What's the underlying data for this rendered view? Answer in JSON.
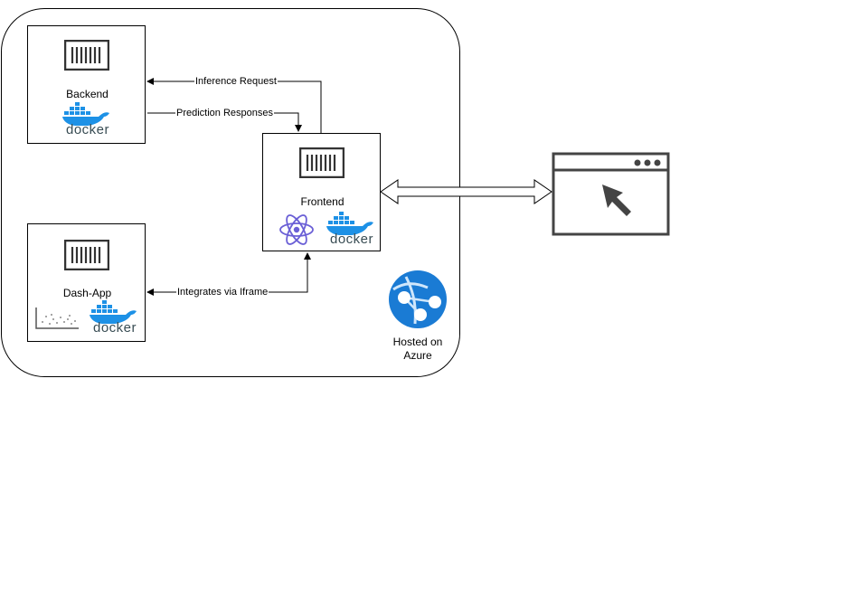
{
  "nodes": {
    "backend": {
      "label": "Backend",
      "docker_text": "docker"
    },
    "frontend": {
      "label": "Frontend",
      "docker_text": "docker"
    },
    "dash": {
      "label": "Dash-App",
      "docker_text": "docker"
    },
    "azure": {
      "label_line1": "Hosted on",
      "label_line2": "Azure"
    }
  },
  "edges": {
    "inference": "Inference Request",
    "prediction": "Prediction Responses",
    "iframe": "Integrates via Iframe"
  },
  "colors": {
    "docker_blue": "#1d91e6",
    "docker_text": "#394d54",
    "react": "#6a5fd6",
    "azure": "#1a7bd4",
    "browser": "#444444"
  }
}
